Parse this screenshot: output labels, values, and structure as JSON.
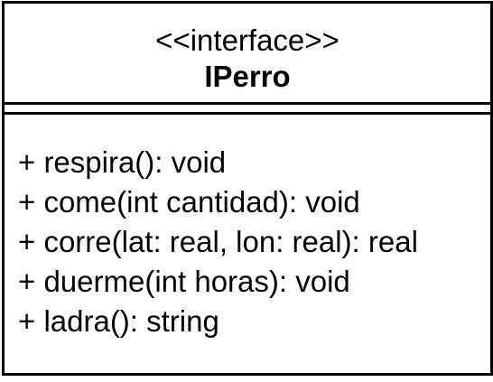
{
  "diagram": {
    "stereotype": "<<interface>>",
    "class_name": "IPerro",
    "attributes": [],
    "methods": [
      "+ respira(): void",
      "+ come(int cantidad): void",
      "+ corre(lat: real, lon: real): real",
      "+ duerme(int horas): void",
      "+ ladra(): string"
    ]
  },
  "colors": {
    "stroke": "#000000",
    "background": "#ffffff"
  }
}
